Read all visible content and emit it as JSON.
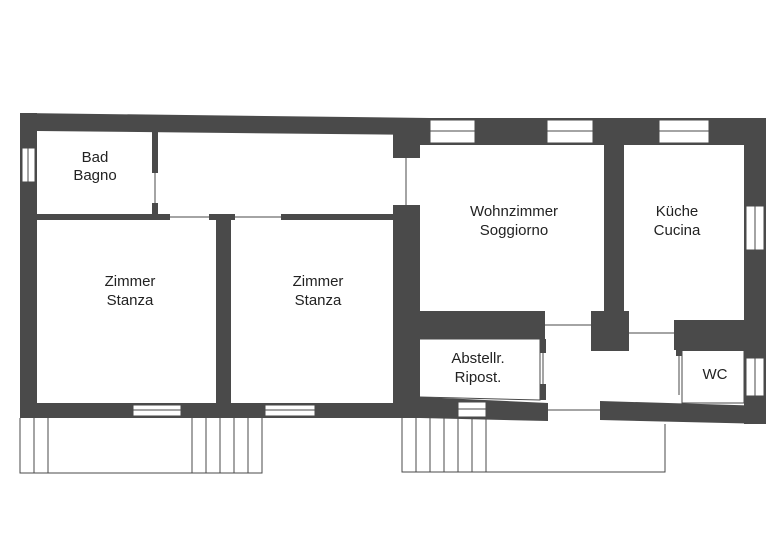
{
  "rooms": {
    "bad": {
      "line1": "Bad",
      "line2": "Bagno"
    },
    "zimmer1": {
      "line1": "Zimmer",
      "line2": "Stanza"
    },
    "zimmer2": {
      "line1": "Zimmer",
      "line2": "Stanza"
    },
    "wohn": {
      "line1": "Wohnzimmer",
      "line2": "Soggiorno"
    },
    "kueche": {
      "line1": "Küche",
      "line2": "Cucina"
    },
    "abstell": {
      "line1": "Abstellr.",
      "line2": "Ripost."
    },
    "wc": {
      "line1": "WC"
    }
  },
  "colors": {
    "wall": "#4a4a4a",
    "background": "#ffffff",
    "text": "#222222"
  }
}
